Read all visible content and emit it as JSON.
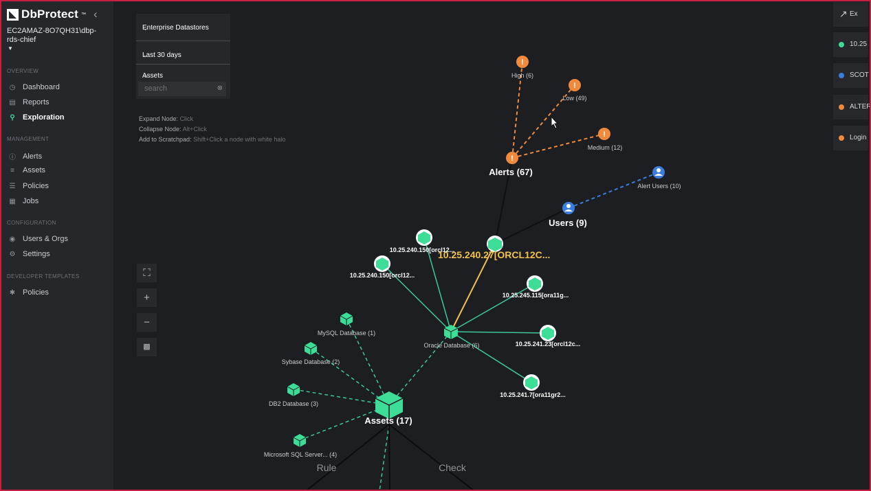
{
  "brand": {
    "name": "DbProtect",
    "tm": "™"
  },
  "server": "EC2AMAZ-8O7QH31\\dbp-rds-chief",
  "sidebar": {
    "overview_label": "OVERVIEW",
    "overview": [
      {
        "label": "Dashboard",
        "icon": "dashboard-icon"
      },
      {
        "label": "Reports",
        "icon": "reports-icon"
      },
      {
        "label": "Exploration",
        "icon": "search-icon"
      }
    ],
    "management_label": "MANAGEMENT",
    "management": [
      {
        "label": "Alerts",
        "icon": "alert-icon"
      },
      {
        "label": "Assets",
        "icon": "database-icon"
      },
      {
        "label": "Policies",
        "icon": "sliders-icon"
      },
      {
        "label": "Jobs",
        "icon": "calendar-icon"
      }
    ],
    "configuration_label": "CONFIGURATION",
    "configuration": [
      {
        "label": "Users & Orgs",
        "icon": "users-icon"
      },
      {
        "label": "Settings",
        "icon": "gear-icon"
      }
    ],
    "developer_label": "DEVELOPER TEMPLATES",
    "developer": [
      {
        "label": "Policies",
        "icon": "asterisk-icon"
      }
    ]
  },
  "filters": {
    "datastore": "Enterprise Datastores",
    "period": "Last 30 days",
    "type": "Assets",
    "search_placeholder": "search"
  },
  "help": [
    {
      "label": "Expand Node:",
      "hint": "Click"
    },
    {
      "label": "Collapse Node:",
      "hint": "Alt+Click"
    },
    {
      "label": "Add to Scratchpad:",
      "hint": "Shift+Click a node with white halo"
    }
  ],
  "right_panel": [
    {
      "label": "Ex",
      "color": "#c9cdd1"
    },
    {
      "label": "10.25",
      "color": "#3ddc97"
    },
    {
      "label": "SCOT",
      "color": "#3b7ddd"
    },
    {
      "label": "ALTER",
      "color": "#f08a3c"
    },
    {
      "label": "Login",
      "color": "#f08a3c"
    }
  ],
  "colors": {
    "alert": "#f08a3c",
    "user": "#3b7ddd",
    "asset": "#3ddc97",
    "highlight": "#f2c14e"
  },
  "graph": {
    "alerts": {
      "label": "Alerts (67)",
      "children": [
        "High (6)",
        "Low (49)",
        "Medium (12)"
      ]
    },
    "users": {
      "label": "Users (9)",
      "children": [
        "Alert Users (10)"
      ]
    },
    "selected": "10.25.240.27[ORCL12C...",
    "oracle": {
      "label": "Oracle Database (6)",
      "children": [
        "10.25.240.150[orcl12...",
        "10.25.240.150[orcl12...",
        "10.25.245.115[ora11g...",
        "10.25.241.23[orcl12c...",
        "10.25.241.7[ora11gr2..."
      ]
    },
    "assets": {
      "label": "Assets (17)",
      "children": [
        "MySQL Database (1)",
        "Sybase Database (2)",
        "DB2 Database (3)",
        "Microsoft SQL Server... (4)"
      ]
    },
    "bottom": [
      "Rule",
      "Check"
    ]
  }
}
